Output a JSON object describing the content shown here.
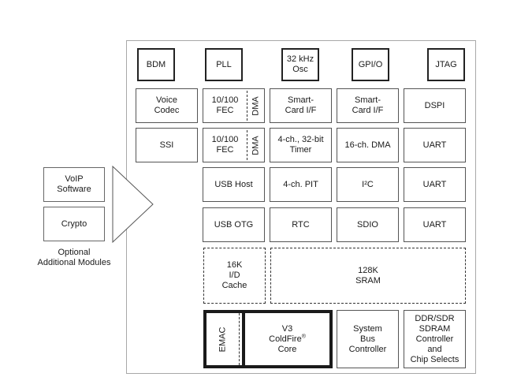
{
  "diagram": {
    "top_row": [
      {
        "label": "BDM"
      },
      {
        "label": "PLL"
      },
      {
        "label": "32 kHz\nOsc"
      },
      {
        "label": "GPI/O"
      },
      {
        "label": "JTAG"
      }
    ],
    "row1": [
      {
        "label": "Voice\nCodec"
      },
      {
        "label": "10/100\nFEC",
        "side_label": "DMA"
      },
      {
        "label": "Smart-\nCard I/F"
      },
      {
        "label": "Smart-\nCard I/F"
      },
      {
        "label": "DSPI"
      }
    ],
    "row2": [
      {
        "label": "SSI"
      },
      {
        "label": "10/100\nFEC",
        "side_label": "DMA"
      },
      {
        "label": "4-ch., 32-bit\nTimer"
      },
      {
        "label": "16-ch. DMA"
      },
      {
        "label": "UART"
      }
    ],
    "row3": [
      {
        "label": "USB Host"
      },
      {
        "label": "4-ch. PIT"
      },
      {
        "label": "I²C"
      },
      {
        "label": "UART"
      }
    ],
    "row4": [
      {
        "label": "USB OTG"
      },
      {
        "label": "RTC"
      },
      {
        "label": "SDIO"
      },
      {
        "label": "UART"
      }
    ],
    "memory": {
      "cache": "16K\nI/D\nCache",
      "sram": "128K\nSRAM"
    },
    "bottom": {
      "emac": "EMAC",
      "core_line1": "V3",
      "core_line2": "ColdFire",
      "core_trademark": "®",
      "core_line3": "Core",
      "bus": "System\nBus\nController",
      "sdram": "DDR/SDR\nSDRAM\nController\nand\nChip Selects"
    },
    "optional": {
      "modules": [
        {
          "label": "VoIP\nSoftware"
        },
        {
          "label": "Crypto"
        }
      ],
      "caption": "Optional\nAdditional Modules"
    }
  }
}
